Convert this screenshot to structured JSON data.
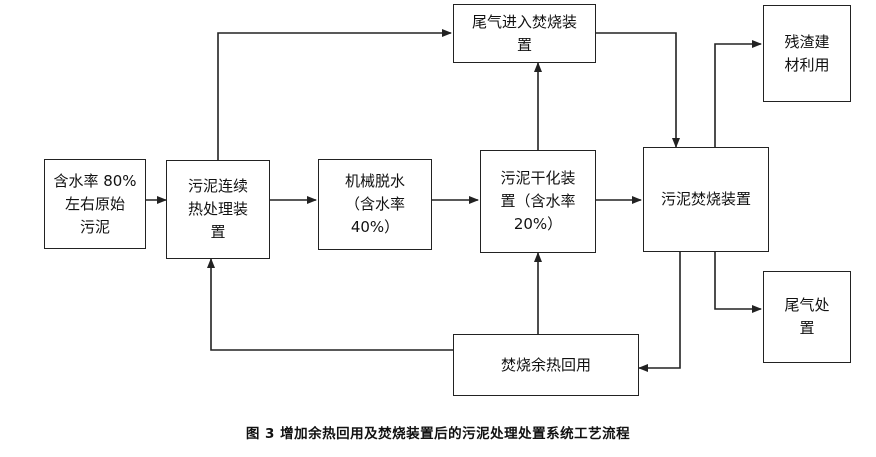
{
  "diagram": {
    "nodes": {
      "raw_sludge": "含水率 80%\n左右原始\n污泥",
      "continuous_heat_treatment": "污泥连续\n热处理装\n置",
      "mechanical_dewatering": "机械脱水\n（含水率\n40%）",
      "sludge_drying": "污泥干化装\n置（含水率\n20%）",
      "sludge_incineration": "污泥焚烧装置",
      "tail_gas_to_incinerator": "尾气进入焚烧装\n置",
      "residue_building_material": "残渣建\n材利用",
      "tail_gas_treatment": "尾气处\n置",
      "incineration_heat_recovery": "焚烧余热回用"
    },
    "caption": "图 3  增加余热回用及焚烧装置后的污泥处理处置系统工艺流程"
  }
}
